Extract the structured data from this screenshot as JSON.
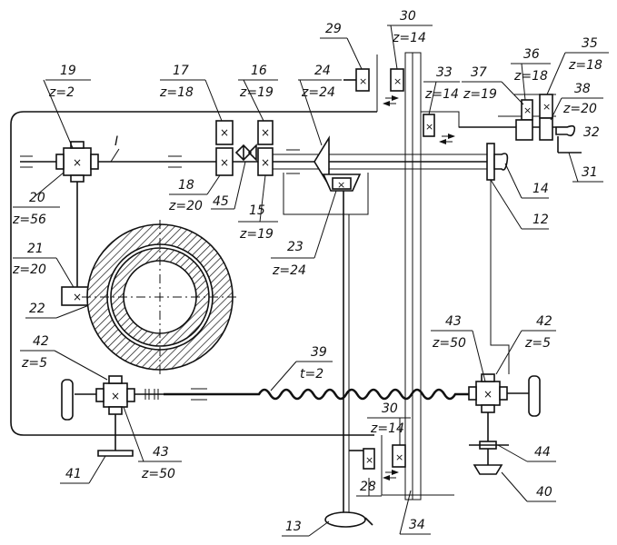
{
  "labels": {
    "l19": "19",
    "l19z": "z=2",
    "l20": "20",
    "l20z": "z=56",
    "l21": "21",
    "l21z": "z=20",
    "l22": "22",
    "lI": "I",
    "l17": "17",
    "l17z": "z=18",
    "l18": "18",
    "l18z": "z=20",
    "l45": "45",
    "l16": "16",
    "l16z": "z=19",
    "l15": "15",
    "l15z": "z=19",
    "l24": "24",
    "l24z": "z=24",
    "l23": "23",
    "l23z": "z=24",
    "l29": "29",
    "l30a": "30",
    "l30az": "z=14",
    "l33": "33",
    "l33z": "z=14",
    "l37": "37",
    "l37z": "z=19",
    "l36": "36",
    "l36z": "z=18",
    "l35": "35",
    "l35z": "z=18",
    "l38": "38",
    "l38z": "z=20",
    "l32": "32",
    "l31": "31",
    "l14": "14",
    "l12": "12",
    "l39": "39",
    "l39t": "t=2",
    "l42a": "42",
    "l42az": "z=5",
    "l43a": "43",
    "l43az": "z=50",
    "l41": "41",
    "l43b": "43",
    "l43bz": "z=50",
    "l42b": "42",
    "l42bz": "z=5",
    "l44": "44",
    "l40": "40",
    "l30b": "30",
    "l30bz": "z=14",
    "l28": "28",
    "l13": "13",
    "l34": "34"
  }
}
